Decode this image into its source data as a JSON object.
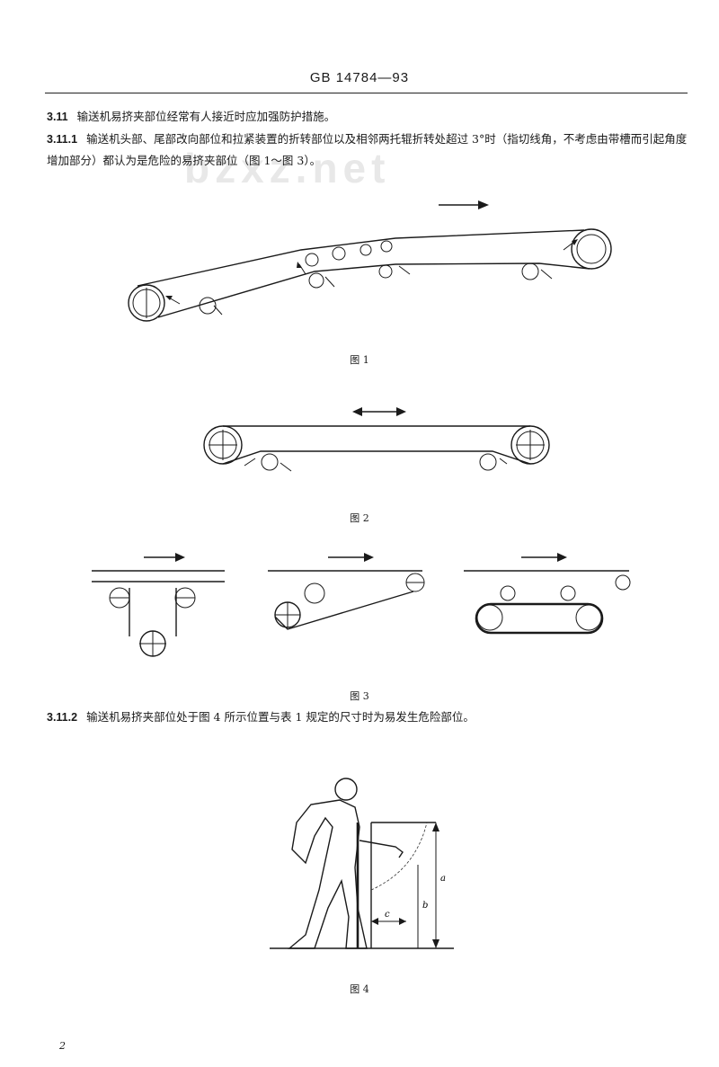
{
  "header": {
    "standard_id": "GB 14784—93"
  },
  "watermark": "bzxz.net",
  "sections": {
    "s3_11": {
      "number": "3.11",
      "text": "输送机易挤夹部位经常有人接近时应加强防护措施。"
    },
    "s3_11_1": {
      "number": "3.11.1",
      "text": "输送机头部、尾部改向部位和拉紧装置的折转部位以及相邻两托辊折转处超过 3°时（指切线角，不考虑由带槽而引起角度增加部分）都认为是危险的易挤夹部位（图 1～图 3）。"
    },
    "s3_11_2": {
      "number": "3.11.2",
      "text": "输送机易挤夹部位处于图 4 所示位置与表 1 规定的尺寸时为易发生危险部位。"
    }
  },
  "figures": {
    "fig1": {
      "caption": "图 1"
    },
    "fig2": {
      "caption": "图 2"
    },
    "fig3": {
      "caption": "图 3"
    },
    "fig4": {
      "caption": "图 4",
      "dim_labels": [
        "a",
        "b",
        "c"
      ]
    }
  },
  "page_number": "2",
  "colors": {
    "ink": "#1a1a1a",
    "paper": "#ffffff"
  }
}
